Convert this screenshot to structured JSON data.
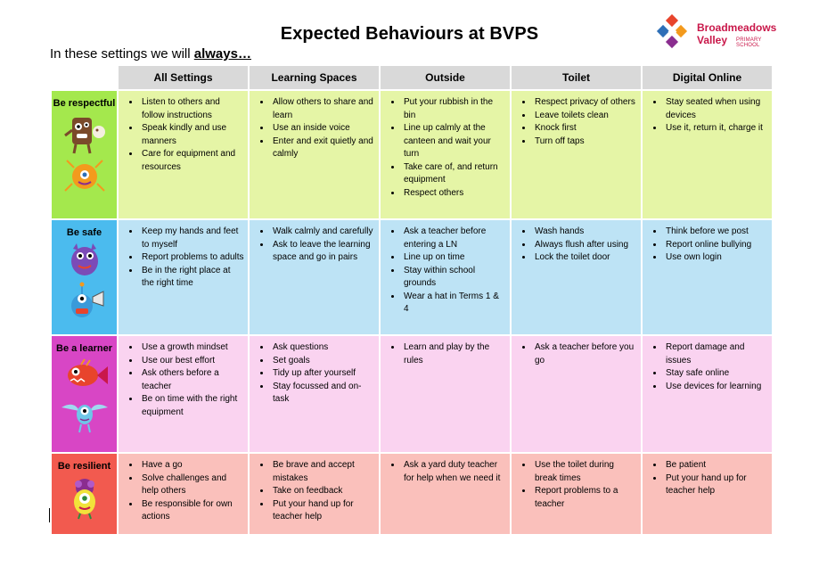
{
  "header": {
    "title": "Expected Behaviours at BVPS",
    "subtitle_prefix": "In these settings we will ",
    "subtitle_emphasis": "always…"
  },
  "logo": {
    "line1": "Broadmeadows",
    "line2": "Valley",
    "line3": "PRIMARY SCHOOL",
    "colors": [
      "#e8442c",
      "#8a2d8f",
      "#2e6fb7",
      "#f39a1d",
      "#c9184a"
    ]
  },
  "table": {
    "columns": [
      "All Settings",
      "Learning Spaces",
      "Outside",
      "Toilet",
      "Digital Online"
    ],
    "rows": [
      {
        "label": "Be respectful",
        "color": "#a4e84d",
        "cells": [
          [
            "Listen to others and follow instructions",
            "Speak kindly and use manners",
            "Care for equipment and resources"
          ],
          [
            "Allow others to share and learn",
            "Use an inside voice",
            "Enter and exit quietly and calmly"
          ],
          [
            "Put your rubbish in the bin",
            "Line up calmly at the canteen and wait your turn",
            "Take care of, and return equipment",
            "Respect others"
          ],
          [
            "Respect privacy of others",
            "Leave toilets clean",
            "Knock first",
            "Turn off taps"
          ],
          [
            "Stay seated when using devices",
            "Use it, return it, charge it"
          ]
        ]
      },
      {
        "label": "Be safe",
        "color": "#4bbbee",
        "cells": [
          [
            "Keep my hands and feet to myself",
            "Report problems to adults",
            "Be in the right place at the right time"
          ],
          [
            "Walk calmly and carefully",
            "Ask to leave the learning space and go in pairs"
          ],
          [
            "Ask a teacher before entering a LN",
            "Line up on time",
            "Stay within school grounds",
            "Wear a hat in Terms 1 & 4"
          ],
          [
            "Wash hands",
            "Always flush after using",
            "Lock the toilet door"
          ],
          [
            "Think before we post",
            "Report online bullying",
            "Use own login"
          ]
        ]
      },
      {
        "label": "Be a learner",
        "color": "#d846c5",
        "cells": [
          [
            "Use a growth mindset",
            "Use our best effort",
            "Ask others before a teacher",
            "Be on time with the right equipment"
          ],
          [
            "Ask questions",
            "Set goals",
            "Tidy up after yourself",
            "Stay focussed and on-task"
          ],
          [
            "Learn and play by the rules"
          ],
          [
            "Ask a teacher before you go"
          ],
          [
            "Report damage and issues",
            "Stay safe online",
            "Use devices for learning"
          ]
        ]
      },
      {
        "label": "Be resilient",
        "color": "#f25a4f",
        "cells": [
          [
            "Have a go",
            "Solve challenges and help others",
            "Be responsible for own actions"
          ],
          [
            "Be brave and accept mistakes",
            "Take on feedback",
            "Put your hand up for teacher help"
          ],
          [
            "Ask a yard duty teacher for help when we need it"
          ],
          [
            "Use the toilet during break times",
            "Report problems to a teacher"
          ],
          [
            "Be patient",
            "Put your hand up for teacher help"
          ]
        ]
      }
    ]
  }
}
